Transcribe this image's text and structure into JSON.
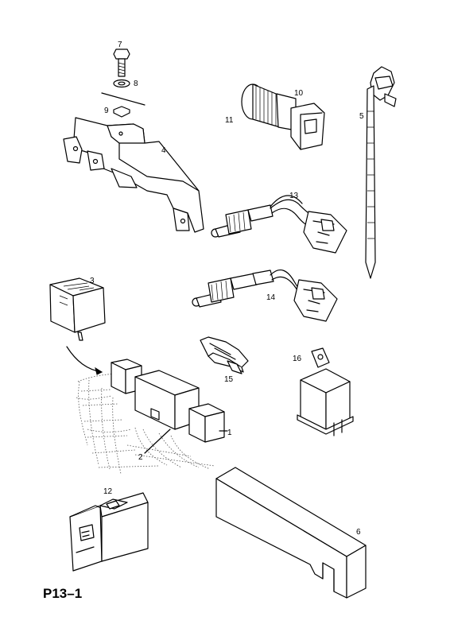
{
  "page_ref": "P13–1",
  "callouts": [
    {
      "id": "c1",
      "text": "1"
    },
    {
      "id": "c2",
      "text": "2"
    },
    {
      "id": "c3",
      "text": "3"
    },
    {
      "id": "c4",
      "text": "4"
    },
    {
      "id": "c5",
      "text": "5"
    },
    {
      "id": "c6",
      "text": "6"
    },
    {
      "id": "c7",
      "text": "7"
    },
    {
      "id": "c8",
      "text": "8"
    },
    {
      "id": "c9",
      "text": "9"
    },
    {
      "id": "c10",
      "text": "10"
    },
    {
      "id": "c11",
      "text": "11"
    },
    {
      "id": "c12",
      "text": "12"
    },
    {
      "id": "c13",
      "text": "13"
    },
    {
      "id": "c14",
      "text": "14"
    },
    {
      "id": "c15",
      "text": "15"
    },
    {
      "id": "c16",
      "text": "16"
    }
  ]
}
